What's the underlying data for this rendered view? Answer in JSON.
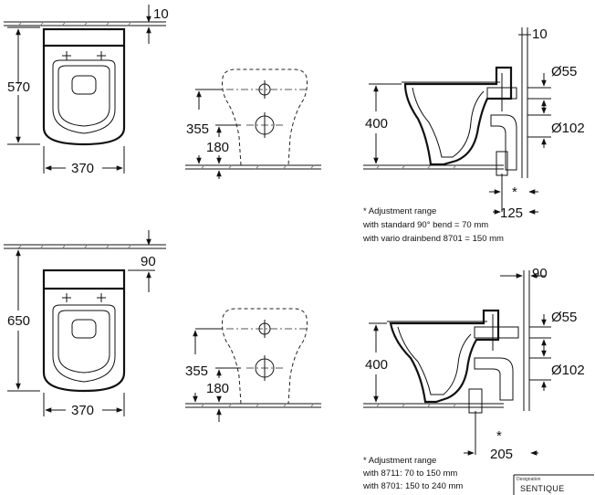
{
  "top_variant": {
    "dims": {
      "wall_gap": "10",
      "depth": "570",
      "width": "370",
      "pan_height_front": "355",
      "flange_height_front": "180",
      "height_side": "400",
      "top_gap_side": "10",
      "diameter_inlet": "Ø55",
      "diameter_outlet": "Ø102",
      "outlet_offset": "125",
      "adjust_mark": "*"
    },
    "note": [
      "* Adjustment range",
      "with standard 90° bend = 70 mm",
      "with vario drainbend 8701 = 150 mm"
    ]
  },
  "bottom_variant": {
    "dims": {
      "wall_gap": "90",
      "depth": "650",
      "width": "370",
      "pan_height_front": "355",
      "flange_height_front": "180",
      "height_side": "400",
      "top_gap_side": "90",
      "diameter_inlet": "Ø55",
      "diameter_outlet": "Ø102",
      "outlet_offset": "205",
      "adjust_mark": "*"
    },
    "note": [
      "* Adjustment range",
      "with 8711: 70 to 150 mm",
      "with 8701: 150 to 240 mm"
    ]
  },
  "title_block": {
    "caption": "Designation",
    "name": "SENTIQUE"
  }
}
